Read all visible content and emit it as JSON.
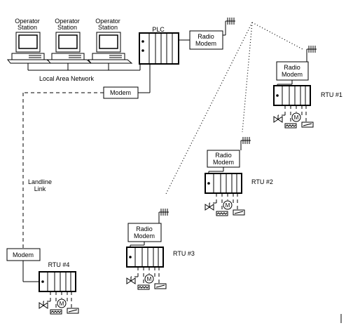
{
  "operator_stations": [
    {
      "line1": "Operator",
      "line2": "Station"
    },
    {
      "line1": "Operator",
      "line2": "Station"
    },
    {
      "line1": "Operator",
      "line2": "Station"
    }
  ],
  "lan_label": "Local Area Network",
  "plc_label": "PLC",
  "central_radio_modem": {
    "line1": "Radio",
    "line2": "Modem"
  },
  "central_modem_label": "Modem",
  "landline": {
    "line1": "Landline",
    "line2": "Link"
  },
  "remote_modem_label": "Modem",
  "rtus": [
    {
      "name": "RTU #1",
      "modem_line1": "Radio",
      "modem_line2": "Modem"
    },
    {
      "name": "RTU #2",
      "modem_line1": "Radio",
      "modem_line2": "Modem"
    },
    {
      "name": "RTU #3",
      "modem_line1": "Radio",
      "modem_line2": "Modem"
    },
    {
      "name": "RTU #4"
    }
  ],
  "motor_symbol": "M"
}
